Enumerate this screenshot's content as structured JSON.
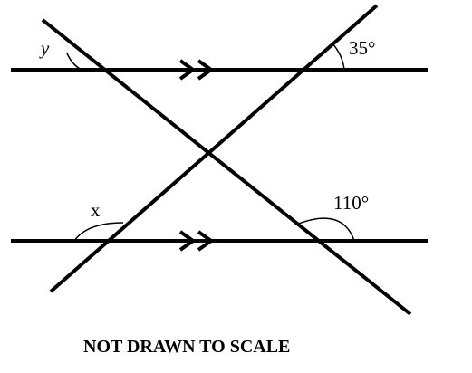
{
  "diagram": {
    "labels": {
      "y": "y",
      "angle_top_right": "35°",
      "x": "x",
      "angle_bottom_right": "110°"
    },
    "note": "NOT DRAWN TO SCALE"
  }
}
